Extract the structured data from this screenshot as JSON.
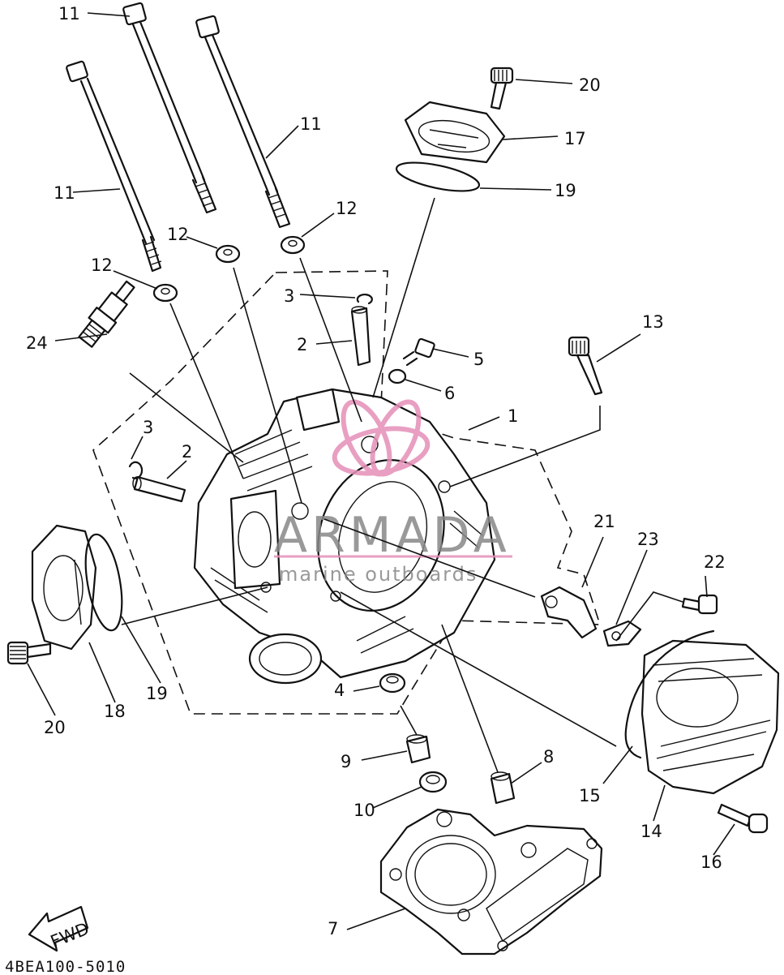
{
  "diagram_code": "4BEA100-5010",
  "fwd_label": "FWD",
  "watermark": {
    "brand": "ARMADA",
    "tagline": "marine outboards",
    "accent_color": "#e58fb8"
  },
  "callouts": {
    "c11a": "11",
    "c11b": "11",
    "c11c": "11",
    "c12a": "12",
    "c12b": "12",
    "c12c": "12",
    "c3a": "3",
    "c3b": "3",
    "c2a": "2",
    "c2b": "2",
    "c1": "1",
    "c4": "4",
    "c5": "5",
    "c6": "6",
    "c7": "7",
    "c8": "8",
    "c9": "9",
    "c10": "10",
    "c13": "13",
    "c14": "14",
    "c15": "15",
    "c16": "16",
    "c17": "17",
    "c18": "18",
    "c19a": "19",
    "c19b": "19",
    "c20a": "20",
    "c20b": "20",
    "c21": "21",
    "c22": "22",
    "c23": "23",
    "c24": "24"
  }
}
